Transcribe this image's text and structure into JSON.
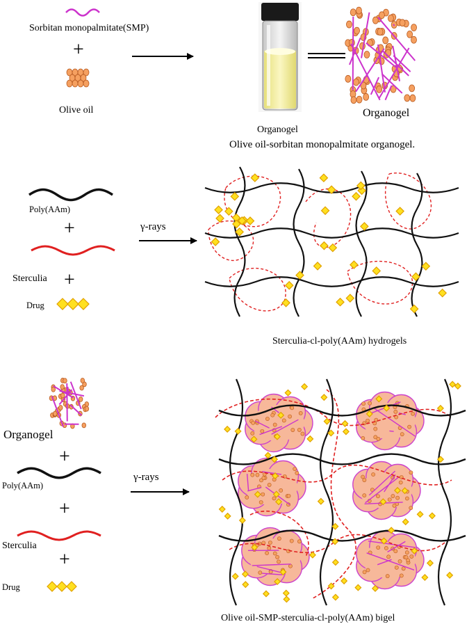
{
  "colors": {
    "surfactant": "#cc33cc",
    "oil_fill": "#f5a060",
    "oil_stroke": "#b85a20",
    "polymer": "#111111",
    "sterculia": "#e02020",
    "drug_fill": "#ffe020",
    "drug_stroke": "#e0a000",
    "blob_fill": "#f7b89a",
    "blob_stroke": "#cc44cc",
    "vial_liquid": "#f2ee9a"
  },
  "panel1": {
    "smp_label": "Sorbitan monopalmitate(SMP)",
    "plus": "+",
    "oil_label": "Olive oil",
    "photo_label": "Organogel",
    "equals": "=",
    "model_label": "Organogel",
    "caption": "Olive oil-sorbitan monopalmitate organogel."
  },
  "panel2": {
    "polymer_label": "Poly(AAm)",
    "plus": "+",
    "sterculia_label": "Sterculia",
    "drug_label": "Drug",
    "arrow_label": "γ-rays",
    "caption": "Sterculia-cl-poly(AAm) hydrogels"
  },
  "panel3": {
    "organogel_label": "Organogel",
    "plus": "+",
    "polymer_label": "Poly(AAm)",
    "sterculia_label": "Sterculia",
    "drug_label": "Drug",
    "arrow_label": "γ-rays",
    "caption": "Olive oil-SMP-sterculia-cl-poly(AAm) bigel"
  }
}
